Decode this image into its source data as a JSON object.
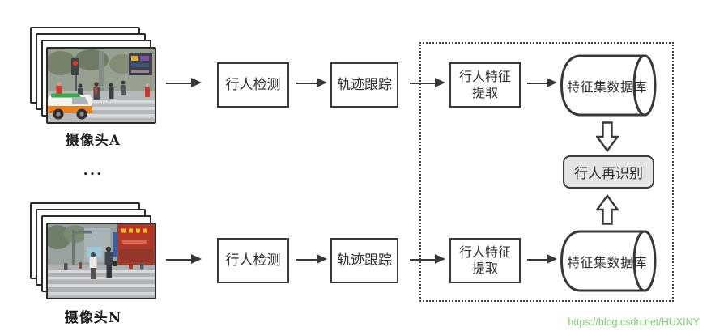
{
  "cameras": {
    "a_label": "摄像头A",
    "n_label": "摄像头N",
    "ellipsis": "..."
  },
  "stages": {
    "detection": "行人检测",
    "tracking": "轨迹跟踪",
    "feature_line1": "行人特征",
    "feature_line2": "提取",
    "database": "特征集数据库",
    "reid": "行人再识别"
  },
  "watermark": {
    "text": "https://blog.csdn.net/HUXINY"
  },
  "colors": {
    "outline": "#383838",
    "box_fill": "#ffffff",
    "reid_fill": "#e4e4e4",
    "watermark_green": "#7bcf6b",
    "background": "#ffffff"
  }
}
